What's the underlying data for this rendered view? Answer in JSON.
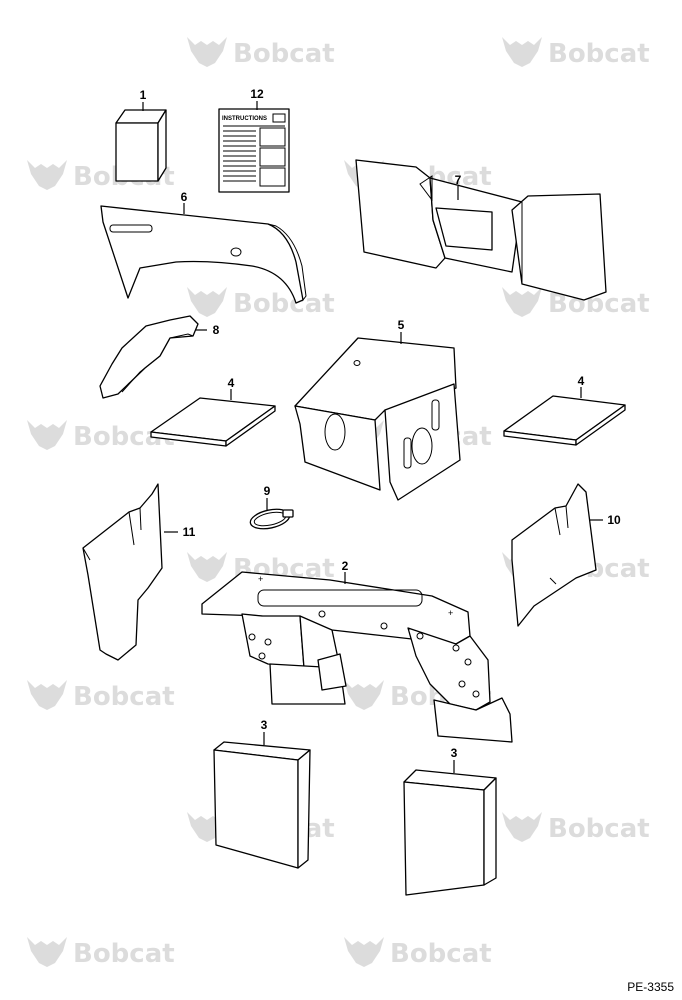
{
  "watermark": {
    "text": "Bobcat",
    "icon": "bobcat-logo-icon"
  },
  "callouts": {
    "c1": "1",
    "c2": "2",
    "c3a": "3",
    "c3b": "3",
    "c4a": "4",
    "c4b": "4",
    "c5": "5",
    "c6": "6",
    "c7": "7",
    "c8": "8",
    "c9": "9",
    "c10": "10",
    "c11": "11",
    "c12": "12"
  },
  "instruction_sheet": {
    "title": "INSTRUCTIONS"
  },
  "diagram_code": "PE-3355"
}
